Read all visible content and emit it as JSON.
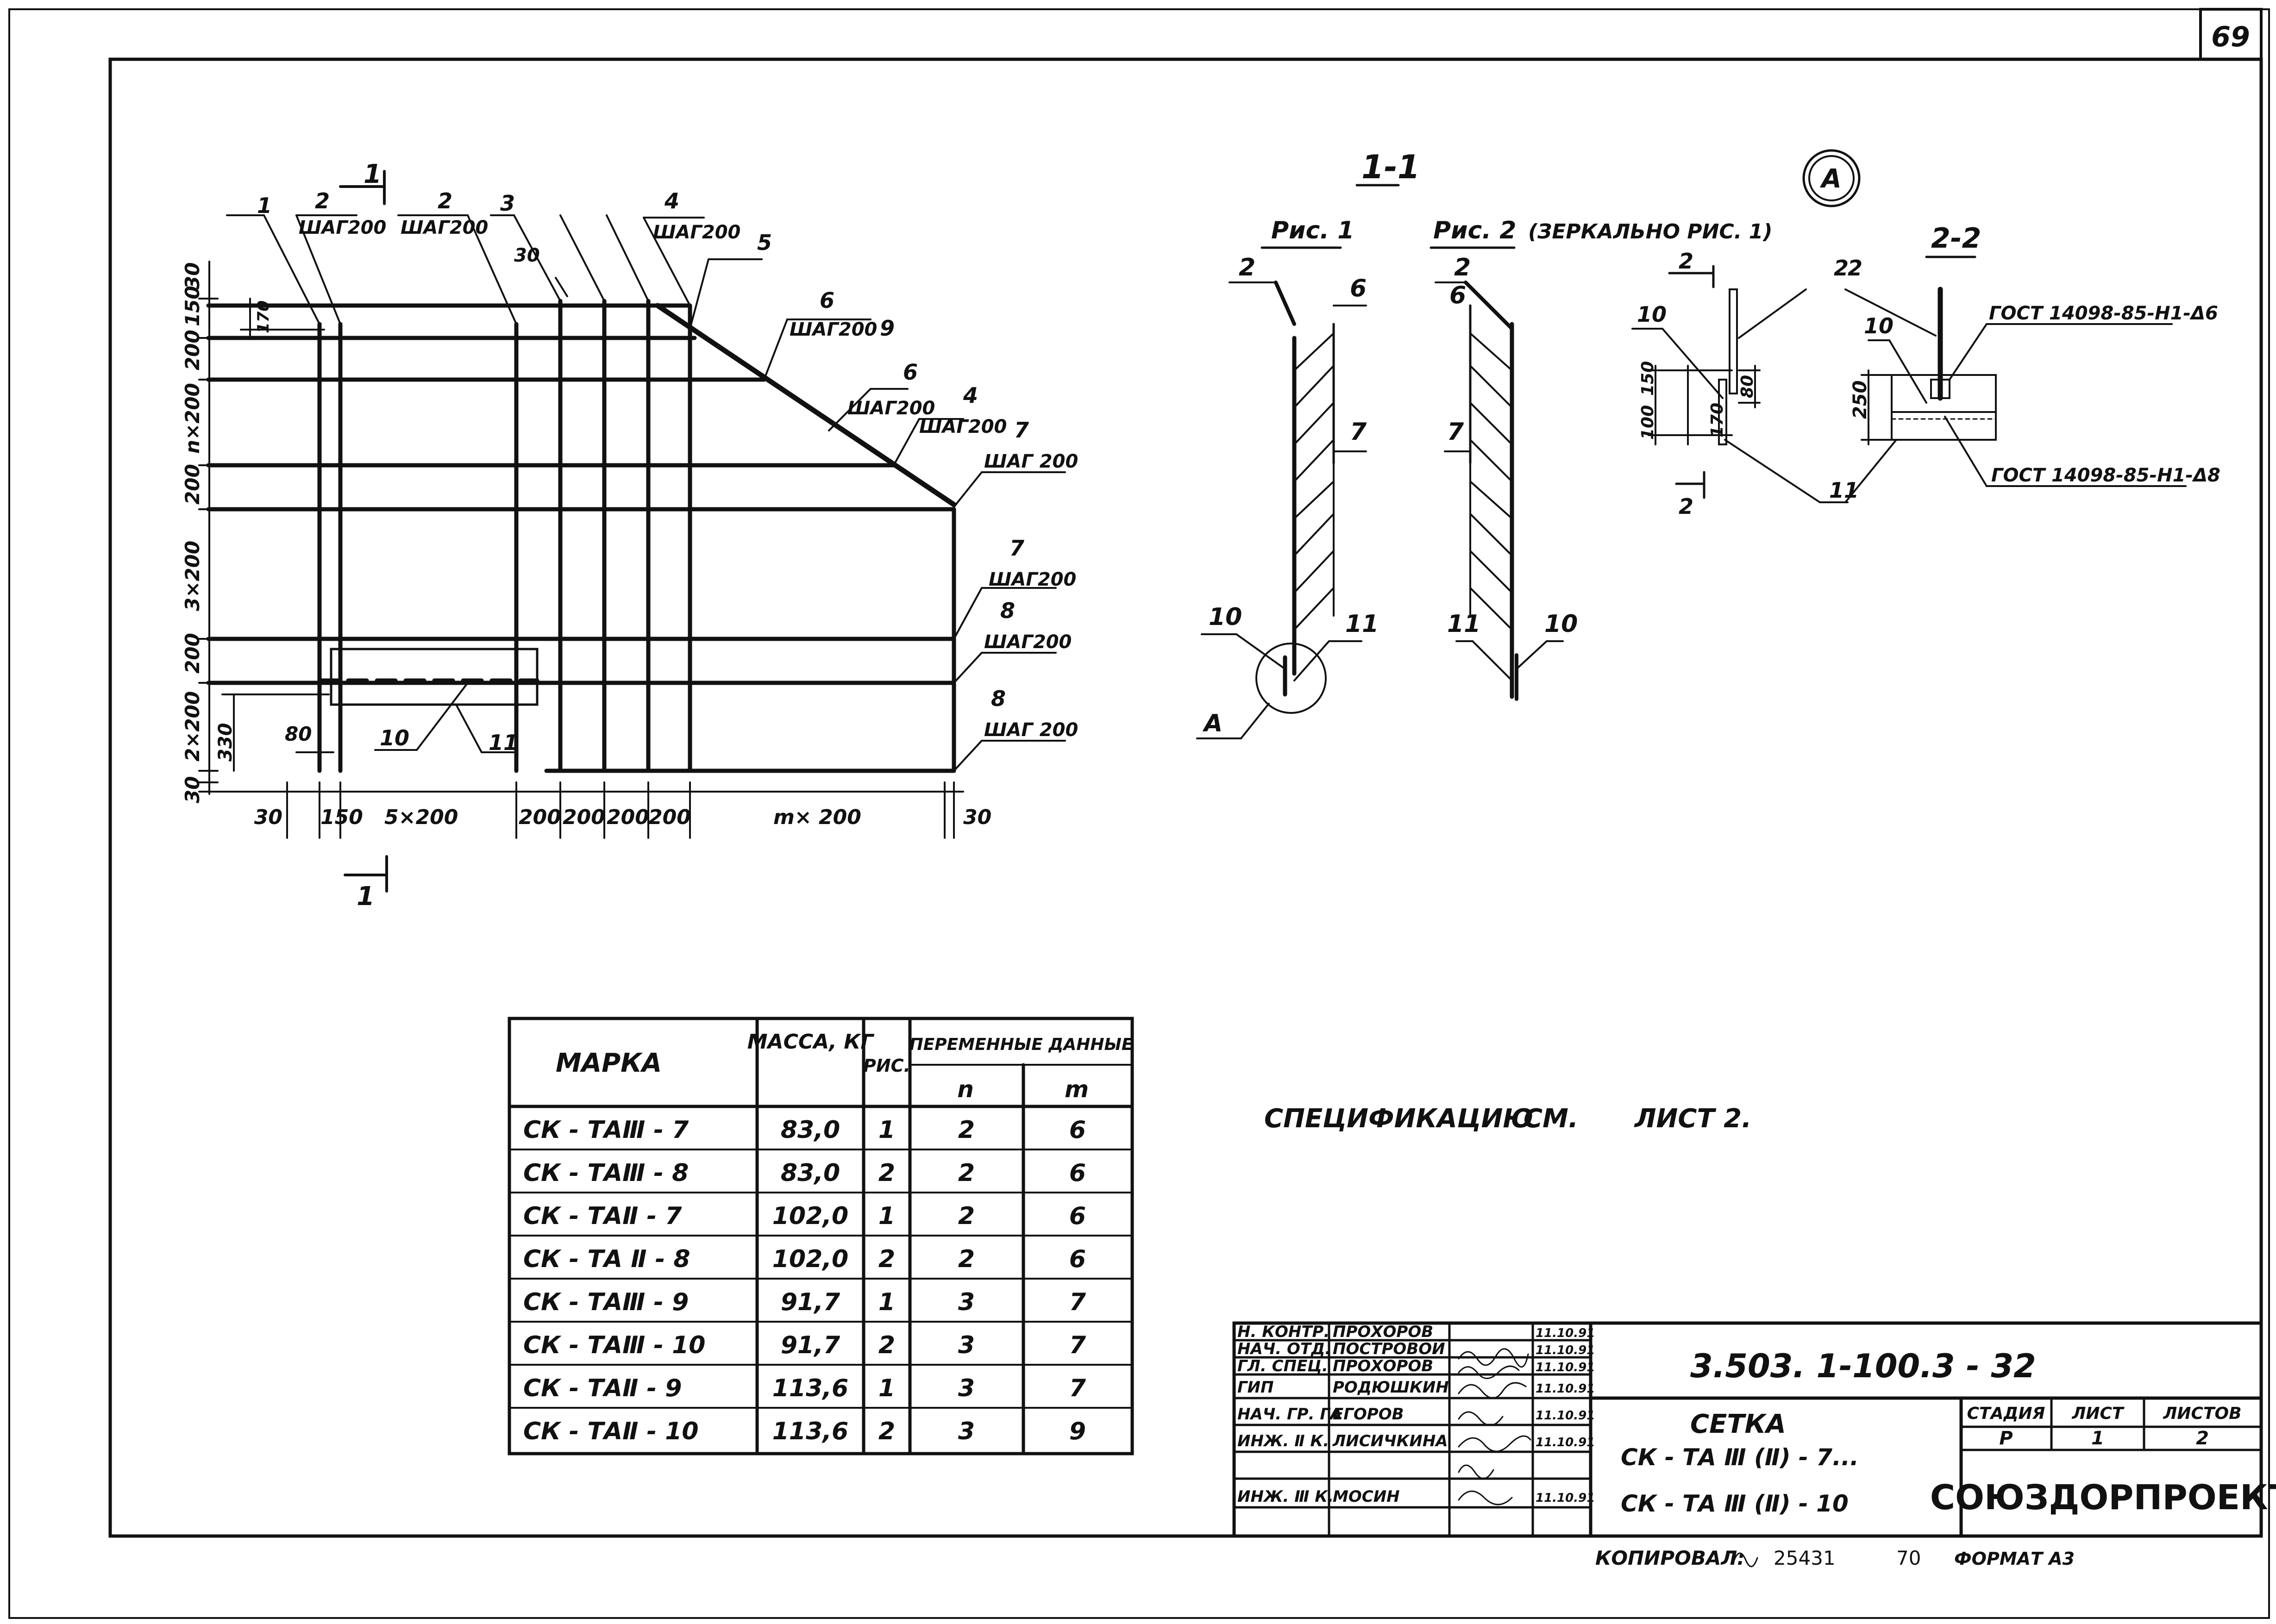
{
  "sheet": {
    "page_number": "69",
    "copied_by": "КОПИРОВАЛ:",
    "copy_number": "25431",
    "copy_extra": "70",
    "format": "ФОРМАТ А3"
  },
  "plan": {
    "section_mark": "1",
    "callouts": {
      "c1": "1",
      "c2a": "2",
      "c2a_sub": "ШАГ200",
      "c2b": "2",
      "c2b_sub": "ШАГ200",
      "c3": "3",
      "c4": "4",
      "c4_sub": "ШАГ200",
      "c5": "5",
      "c6a": "6",
      "c6a_sub": "ШАГ200",
      "c9": "9",
      "c6b": "6",
      "c6b_sub": "ШАГ200",
      "c4b": "4",
      "c4b_sub": "ШАГ200",
      "c7a": "7",
      "c7a_sub": "ШАГ 200",
      "c7b": "7",
      "c7b_sub": "ШАГ200",
      "c8a": "8",
      "c8a_sub": "ШАГ200",
      "c8b": "8",
      "c8b_sub": "ШАГ 200",
      "c10": "10",
      "c11": "11",
      "c30top": "30"
    },
    "dims_left": [
      "30",
      "150",
      "200",
      "n×200",
      "200",
      "3×200",
      "200",
      "2×200",
      "30"
    ],
    "dim_170": "170",
    "dim_330": "330",
    "dim_80": "80",
    "dims_bottom": [
      "30",
      "150",
      "5×200",
      "200",
      "200",
      "200",
      "200",
      "m× 200",
      "30"
    ]
  },
  "section": {
    "title": "1-1",
    "fig1": "Рис. 1",
    "fig2": "Рис. 2",
    "fig2_note": "(ЗЕРКАЛЬНО РИС. 1)",
    "labels": {
      "f1_2": "2",
      "f1_6": "6",
      "f1_7": "7",
      "f1_10": "10",
      "f1_11": "11",
      "f1_A": "А",
      "f2_2": "2",
      "f2_6": "6",
      "f2_7": "7",
      "f2_11": "11",
      "f2_10": "10"
    }
  },
  "detail": {
    "title": "А",
    "section": "2-2",
    "labels": {
      "d2a": "2",
      "d2b": "2",
      "d10a": "10",
      "d10b": "10",
      "d11": "11",
      "sec2": "2"
    },
    "dims": {
      "d100": "100",
      "d150": "150",
      "d170": "170",
      "d80": "80",
      "d250": "250"
    },
    "gost_top": "ГОСТ 14098-85-Н1-Δ6",
    "gost_bottom": "ГОСТ 14098-85-Н1-Δ8"
  },
  "table": {
    "headers": {
      "mark": "МАРКА",
      "mass": "МАССА, КГ",
      "fig": "РИС.",
      "variable": "ПЕРЕМЕННЫЕ ДАННЫЕ",
      "n": "n",
      "m": "m"
    },
    "rows": [
      {
        "mark": "СК - ТАⅢ - 7",
        "mass": "83,0",
        "fig": "1",
        "n": "2",
        "m": "6"
      },
      {
        "mark": "СК - ТАⅢ - 8",
        "mass": "83,0",
        "fig": "2",
        "n": "2",
        "m": "6"
      },
      {
        "mark": "СК - ТАⅡ - 7",
        "mass": "102,0",
        "fig": "1",
        "n": "2",
        "m": "6"
      },
      {
        "mark": "СК - ТА Ⅱ - 8",
        "mass": "102,0",
        "fig": "2",
        "n": "2",
        "m": "6"
      },
      {
        "mark": "СК - ТАⅢ - 9",
        "mass": "91,7",
        "fig": "1",
        "n": "3",
        "m": "7"
      },
      {
        "mark": "СК - ТАⅢ - 10",
        "mass": "91,7",
        "fig": "2",
        "n": "3",
        "m": "7"
      },
      {
        "mark": "СК - ТАⅡ - 9",
        "mass": "113,6",
        "fig": "1",
        "n": "3",
        "m": "7"
      },
      {
        "mark": "СК - ТАⅡ - 10",
        "mass": "113,6",
        "fig": "2",
        "n": "3",
        "m": "9"
      }
    ]
  },
  "note": {
    "spec_ref": "СПЕЦИФИКАЦИЮ",
    "see": "СМ.",
    "sheet_ref": "ЛИСТ 2."
  },
  "title_block": {
    "people": [
      {
        "role": "Н. КОНТР.",
        "name": "ПРОХОРОВ",
        "date": "11.10.91"
      },
      {
        "role": "НАЧ. ОТД.",
        "name": "ПОСТРОВОЙ",
        "date": "11.10.91"
      },
      {
        "role": "ГЛ. СПЕЦ.",
        "name": "ПРОХОРОВ",
        "date": "11.10.91"
      },
      {
        "role": "ГИП",
        "name": "РОДЮШКИН",
        "date": "11.10.91"
      },
      {
        "role": "НАЧ. ГР. ГА",
        "name": "ЕГОРОВ",
        "date": "11.10.91"
      },
      {
        "role": "ИНЖ. Ⅱ К.",
        "name": "ЛИСИЧКИНА",
        "date": "11.10.91"
      },
      {
        "role": "ИНЖ. Ⅲ К.",
        "name": "МОСИН",
        "date": "11.10.91"
      }
    ],
    "doc_code": "3.503. 1-100.3 - 32",
    "name_line1": "СЕТКА",
    "name_line2": "СК - ТА Ⅲ (Ⅱ) - 7...",
    "name_line3": "СК - ТА Ⅲ (Ⅱ) - 10",
    "stage_label": "СТАДИЯ",
    "sheet_label": "ЛИСТ",
    "sheets_label": "ЛИСТОВ",
    "stage": "Р",
    "sheet": "1",
    "sheets": "2",
    "org": "СОЮЗДОРПРОЕКТ"
  }
}
